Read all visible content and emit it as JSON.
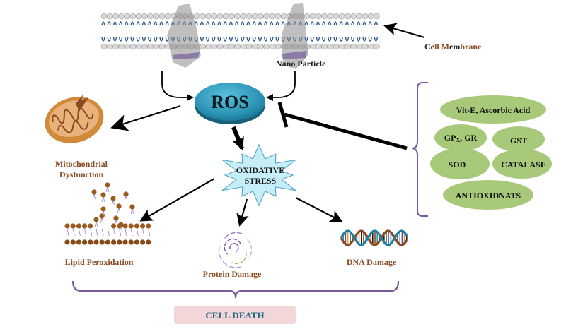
{
  "title": "Nanoparticle-induced ROS and oxidative stress pathway",
  "colors": {
    "ros_fill": "#2a93b5",
    "oxidative_fill": "#c5eef8",
    "antioxidant_fill": "#a8c97a",
    "label_brown": "#8a4a22",
    "bracket_purple": "#7a5a9a",
    "cell_death_bg": "#f2d6d8",
    "cell_death_text": "#1f6a80",
    "membrane_head": "#d8d8d8",
    "membrane_tail": "#2b5b8c"
  },
  "labels": {
    "cell_membrane_part1": "Ce",
    "cell_membrane_part2": "ll ",
    "cell_membrane_part3": "M",
    "cell_membrane_part4": "em",
    "cell_membrane_part5": "b",
    "cell_membrane_part6": "rane",
    "nano_particle": "Nano Particle",
    "ros": "ROS",
    "oxidative_line1": "OXIDATIVE",
    "oxidative_line2": "STRESS",
    "mito_line1": "Mitochondrial",
    "mito_line2": "Dysfunction",
    "lipid": "Lipid Peroxidation",
    "protein": "Protein Damage",
    "dna": "DNA Damage",
    "cell_death": "CELL DEATH"
  },
  "antioxidants": [
    {
      "id": "vit-e",
      "label": "Vit-E, Ascorbic Acid"
    },
    {
      "id": "gpx-gr",
      "label_main": "GP",
      "label_sub": "X",
      "label_rest": ", GR"
    },
    {
      "id": "gst",
      "label": "GST"
    },
    {
      "id": "sod",
      "label": "SOD"
    },
    {
      "id": "catalase",
      "label": "CATALASE"
    },
    {
      "id": "antioxidants",
      "label": "ANTIOXIDNATS"
    }
  ]
}
